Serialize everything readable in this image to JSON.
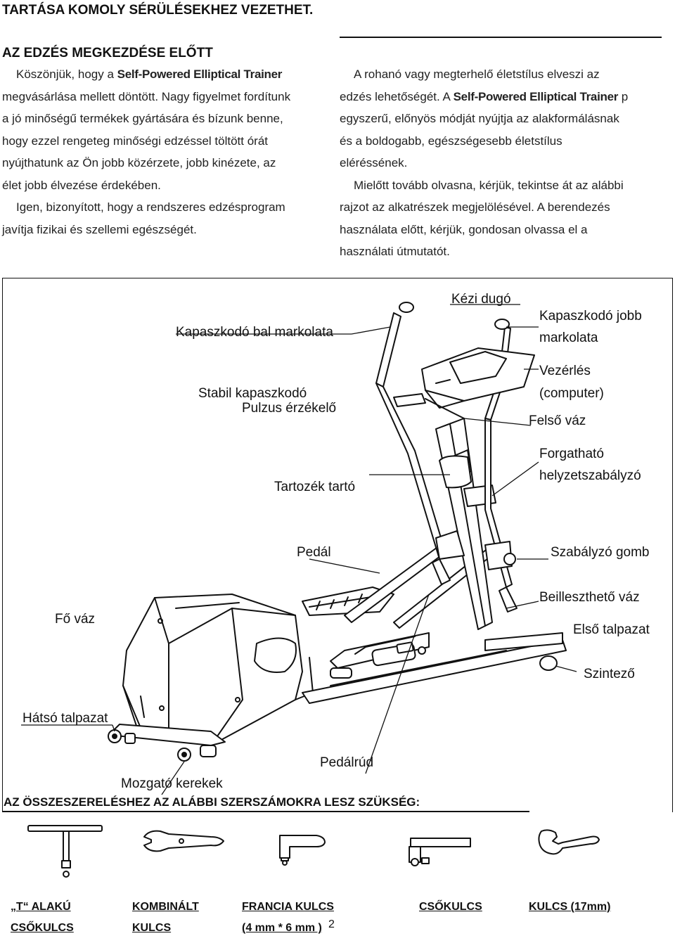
{
  "top_heading": "TARTÁSA KOMOLY SÉRÜLÉSEKHEZ VEZETHET.",
  "section_title": "AZ EDZÉS MEGKEZDÉSE ELŐTT",
  "left_column": {
    "p1_indent": "Köszönjük, hogy a ",
    "p1_product": "Self-Powered Elliptical Trainer",
    "p1_lines": [
      "megvásárlása mellett döntött. Nagy figyelmet fordítunk",
      "a jó minőségű termékek gyártására és bízunk benne,",
      "hogy ezzel rengeteg minőségi edzéssel töltött órát",
      "nyújthatunk az Ön jobb közérzete, jobb kinézete, az",
      "élet jobb élvezése érdekében."
    ],
    "p2_lines": [
      "Igen, bizonyított, hogy a rendszeres edzésprogram",
      "javítja fizikai és szellemi egészségét."
    ]
  },
  "right_column": {
    "line1": "A rohanó vagy megterhelő életstílus elveszi az",
    "line2_pre": "edzés lehetőségét. A ",
    "line2_product": "Self-Powered Elliptical Trainer",
    "line2_post": " p",
    "lines": [
      "egyszerű, előnyös módját nyújtja az alakformálásnak",
      "és a boldogabb, egészségesebb életstílus",
      "eléréssének."
    ],
    "p2_lines": [
      "Mielőtt tovább olvasna, kérjük, tekintse át az alábbi",
      "rajzot az alkatrészek megjelölésével. A berendezés",
      "használata előtt, kérjük, gondosan olvassa el a",
      "használati útmutatót."
    ]
  },
  "diagram_labels": {
    "handle_plug": "Kézi dugó",
    "left_grip": "Kapaszkodó bal markolata",
    "right_grip_1": "Kapaszkodó jobb",
    "right_grip_2": "markolata",
    "control_1": "Vezérlés",
    "control_2": "(computer)",
    "stable_grip": "Stabil kapaszkodó",
    "pulse_sensor": "Pulzus érzékelő",
    "upper_frame": "Felső váz",
    "rotating_1": "Forgatható",
    "rotating_2": "helyzetszabályzó",
    "accessory_holder": "Tartozék tartó",
    "pedal": "Pedál",
    "adjust_knob": "Szabályzó gomb",
    "insert_frame": "Beilleszthető váz",
    "main_frame": "Fő váz",
    "front_base": "Első talpazat",
    "leveler": "Szintező",
    "rear_base": "Hátsó talpazat",
    "pedal_rod": "Pedálrúd",
    "wheels": "Mozgató kerekek"
  },
  "tools_heading": "AZ ÖSSZESZERELÉSHEZ AZ ALÁBBI SZERSZÁMOKRA LESZ SZÜKSÉG:",
  "tools": [
    {
      "line1": "„T“ ALAKÚ",
      "line2": "CSŐKULCS"
    },
    {
      "line1": "KOMBINÁLT",
      "line2": "KULCS"
    },
    {
      "line1": "FRANCIA KULCS",
      "line2": "(4 mm * 6 mm )"
    },
    {
      "line1": "CSŐKULCS",
      "line2": ""
    },
    {
      "line1": "KULCS (17mm)",
      "line2": ""
    }
  ],
  "page_number": "2"
}
